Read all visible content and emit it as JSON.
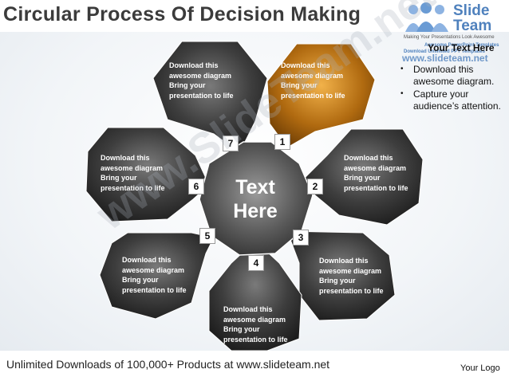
{
  "title": "Circular Process Of Decision Making",
  "logo": {
    "name_line1": "Slide",
    "name_line2": "Team",
    "tagline": "Making Your Presentations Look Awesome",
    "sub1": "Awesome PowerPoint Templates",
    "sub2": "Download Unlimited PPT Templates"
  },
  "right_panel": {
    "heading": "Your Text Here",
    "url": "www.slideteam.net",
    "bullets": [
      "Download this awesome diagram.",
      "Capture your audience’s attention."
    ]
  },
  "center": {
    "line1": "Text",
    "line2": "Here"
  },
  "steps": [
    {
      "number": "1",
      "lines": [
        "Download this",
        "awesome diagram",
        "Bring your",
        "presentation to life"
      ],
      "color": "#e0a030"
    },
    {
      "number": "2",
      "lines": [
        "Download this",
        "awesome diagram",
        "Bring your",
        "presentation to life"
      ],
      "color": "#555555"
    },
    {
      "number": "3",
      "lines": [
        "Download this",
        "awesome diagram",
        "Bring your",
        "presentation to life"
      ],
      "color": "#555555"
    },
    {
      "number": "4",
      "lines": [
        "Download this",
        "awesome diagram",
        "Bring your",
        "presentation to life"
      ],
      "color": "#555555"
    },
    {
      "number": "5",
      "lines": [
        "Download this",
        "awesome diagram",
        "Bring your",
        "presentation to life"
      ],
      "color": "#555555"
    },
    {
      "number": "6",
      "lines": [
        "Download this",
        "awesome diagram",
        "Bring your",
        "presentation to life"
      ],
      "color": "#555555"
    },
    {
      "number": "7",
      "lines": [
        "Download this",
        "awesome diagram",
        "Bring your",
        "presentation to life"
      ],
      "color": "#555555"
    }
  ],
  "watermark": "www.SlideTeam.net",
  "footer": "Unlimited Downloads of 100,000+ Products at www.slideteam.net",
  "your_logo": "Your Logo"
}
